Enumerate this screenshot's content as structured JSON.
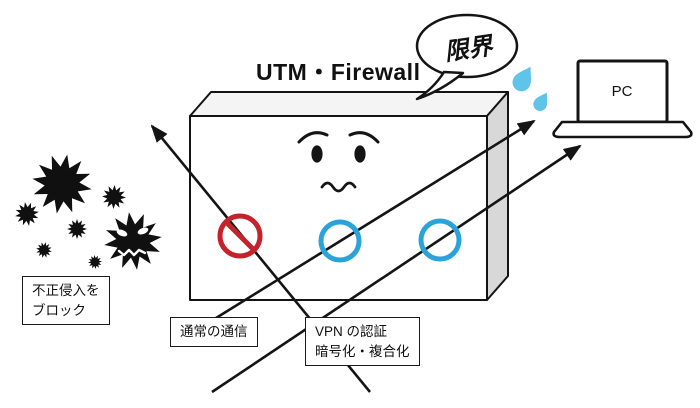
{
  "title": "UTM・Firewall",
  "speech_bubble": {
    "text": "限界"
  },
  "pc": {
    "label": "PC"
  },
  "labels": {
    "block_intrusion": {
      "line1": "不正侵入を",
      "line2": "ブロック"
    },
    "normal_traffic": {
      "text": "通常の通信"
    },
    "vpn": {
      "line1": "VPN の認証",
      "line2": "暗号化・複合化"
    }
  },
  "colors": {
    "prohibition_red": "#c5232b",
    "port_blue": "#2aa3d9",
    "sweat_blue": "#5fc3ea",
    "ink": "#141414",
    "box_top": "#f4f4f4",
    "box_side": "#d8d8d8"
  },
  "icons": {
    "virus": "spiky-virus-blob",
    "angry_virus": "spiky-virus-blob-with-angry-face",
    "prohibition": "red-no-entry-circle",
    "port": "blue-circle-port",
    "speech_bubble": "shout-bubble",
    "sweat": "blue-sweat-drop",
    "pc": "laptop-outline",
    "arrow": "black-straight-arrow"
  }
}
